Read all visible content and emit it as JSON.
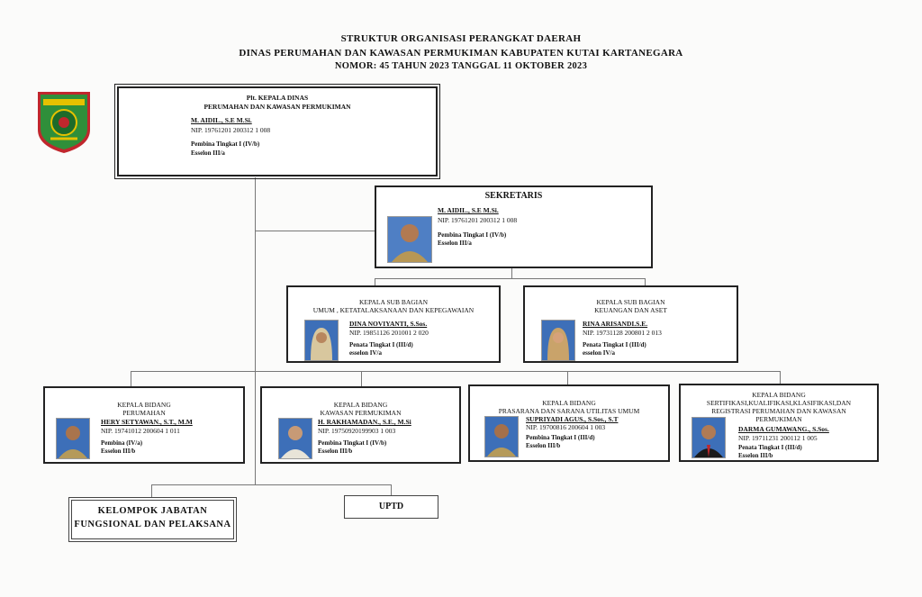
{
  "header": {
    "line1": "STRUKTUR ORGANISASI PERANGKAT DAERAH",
    "line2": "DINAS PERUMAHAN DAN KAWASAN PERMUKIMAN KABUPATEN KUTAI KARTANEGARA",
    "line3": "NOMOR: 45 TAHUN 2023 TANGGAL 11 OKTOBER 2023"
  },
  "kepala": {
    "title1": "Plt. KEPALA DINAS",
    "title2": "PERUMAHAN DAN KAWASAN PERMUKIMAN",
    "name": "M. AIDIL., S.E M.Si.",
    "nip": "NIP. 19761201 200312 1 008",
    "rank": "Pembina Tingkat I  (IV/b)",
    "eselon": "Esselon III/a"
  },
  "sekretaris": {
    "title": "SEKRETARIS",
    "name": "M. AIDIL., S.E M.Si.",
    "nip": "NIP. 19761201 200312 1 008",
    "rank": "Pembina Tingkat I  (IV/b)",
    "eselon": "Esselon III/a"
  },
  "subbag": [
    {
      "title1": "KEPALA SUB  BAGIAN",
      "title2": "UMUM , KETATALAKSANAAN DAN KEPEGAWAIAN",
      "name": "DINA NOVIYANTI, S.Sos.",
      "nip": "NIP. 19851126 201001 2 020",
      "rank": "Penata Tingkat I (III/d)",
      "eselon": "esselon IV/a"
    },
    {
      "title1": "KEPALA SUB BAGIAN",
      "title2": "KEUANGAN DAN ASET",
      "name": "RINA ARISANDI.S.E.",
      "nip": "NIP. 19731128 200801 2 013",
      "rank": "Penata Tingkat I (III/d)",
      "eselon": "esselon IV/a"
    }
  ],
  "bidang": [
    {
      "title1": "KEPALA BIDANG",
      "title2": "PERUMAHAN",
      "name": "HERY SETYAWAN., S.T., M.M",
      "nip": "NIP. 19741012 200604 1 011",
      "rank": "Pembina (IV/a)",
      "eselon": "Esselon III/b"
    },
    {
      "title1": "KEPALA BIDANG",
      "title2": "KAWASAN PERMUKIMAN",
      "name": "H. RAKHAMADAN., S.E., M.Si",
      "nip": "NIP. 19750920199903 1 003",
      "rank": "Pembina Tingkat I  (IV/b)",
      "eselon": "Esselon III/b"
    },
    {
      "title1": "KEPALA BIDANG",
      "title2": "PRASARANA DAN SARANA UTILITAS UMUM",
      "name": "SUPRIYADI AGUS., S.Sos., S.T",
      "nip": "NIP. 19700816 200604 1 003",
      "rank": "Pembina Tingkat I  (III/d)",
      "eselon": "Esselon III/b"
    },
    {
      "title1": "KEPALA BIDANG",
      "title2": "SERTIFIKASI,KUALIFIKASI,KLASIFIKASI,DAN",
      "title3": "REGISTRASI PERUMAHAN DAN KAWASAN",
      "title4": "PERMUKIMAN",
      "name": "DARMA GUMAWANG., S.Sos.",
      "nip": "NIP. 19711231 200112 1 005",
      "rank": "Penata Tingkat I  (III/d)",
      "eselon": "Esselon III/b"
    }
  ],
  "kelompok": {
    "line1": "KELOMPOK JABATAN",
    "line2": "FUNGSIONAL DAN PELAKSANA"
  },
  "uptd": {
    "label": "UPTD"
  },
  "logo": {
    "icon": "kutai-kartanegara-emblem-icon",
    "colors": {
      "shield": "#2f8f3a",
      "band": "#e6c100",
      "rim": "#c0272d"
    }
  }
}
